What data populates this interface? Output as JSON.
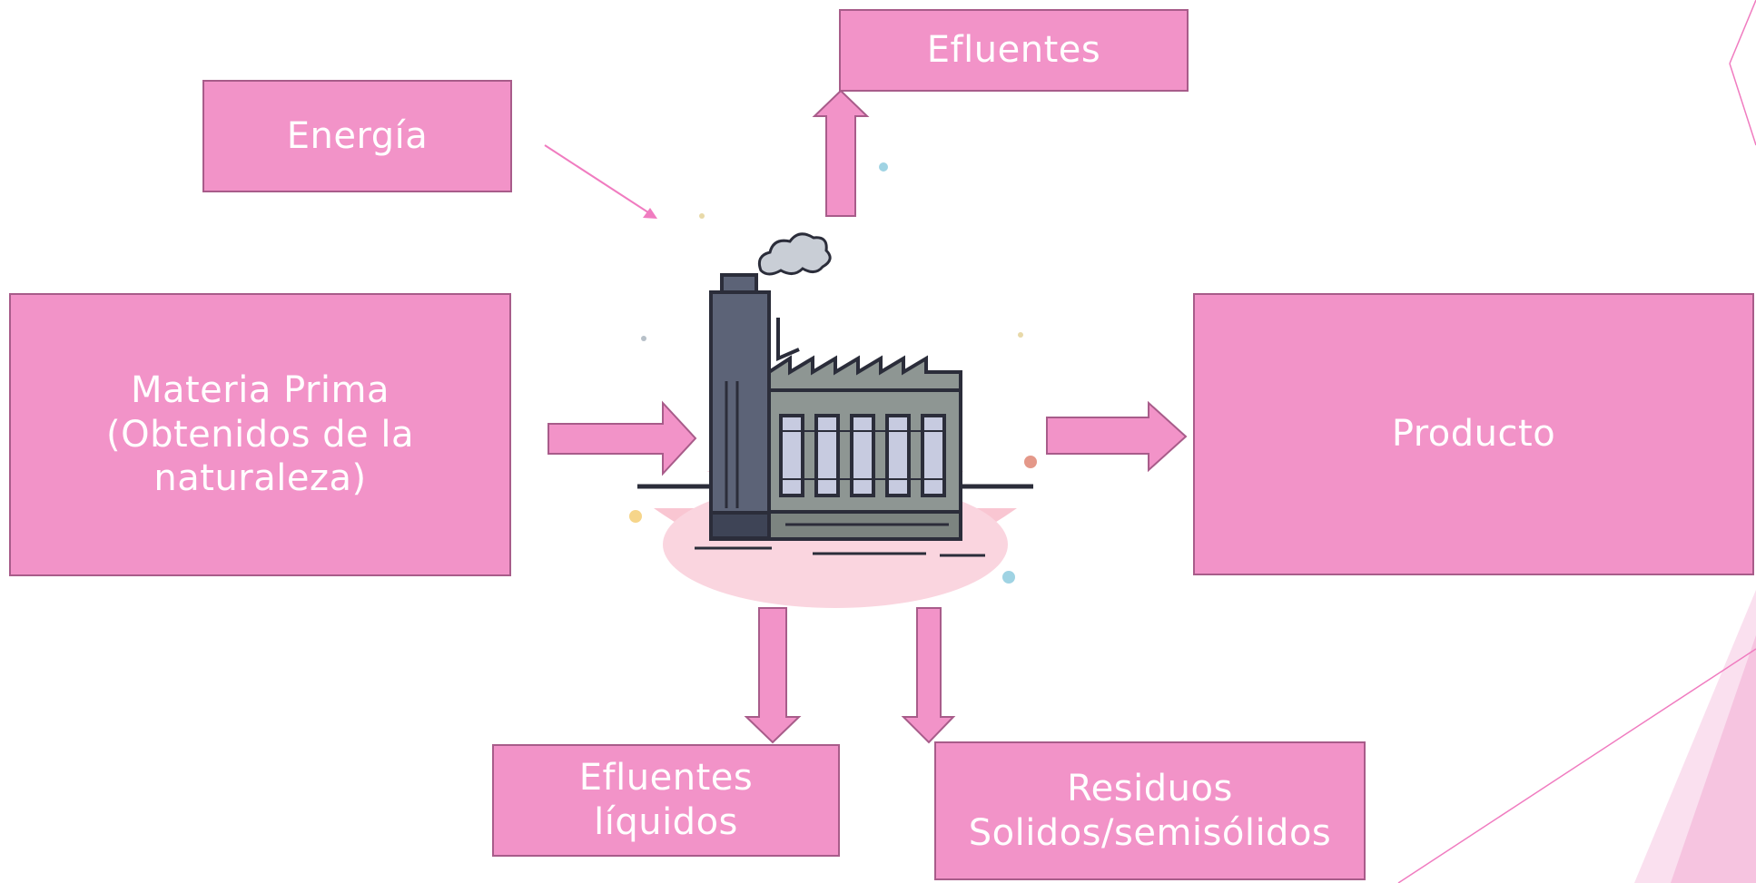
{
  "colors": {
    "box_fill": "#f293c8",
    "box_border": "#a85c8a",
    "text": "#ffffff",
    "accent_line": "#f07cc0",
    "corner_decoration": "#f6c7e2"
  },
  "icons": {
    "factory": "factory-icon"
  },
  "boxes": {
    "energia": {
      "lines": [
        "Energía"
      ]
    },
    "efluentes": {
      "lines": [
        "Efluentes"
      ]
    },
    "materia_prima": {
      "lines": [
        "Materia Prima",
        "(Obtenidos de la",
        "naturaleza)"
      ]
    },
    "producto": {
      "lines": [
        "Producto"
      ]
    },
    "efluentes_liquidos": {
      "lines": [
        "Efluentes",
        "líquidos"
      ]
    },
    "residuos": {
      "lines": [
        "Residuos",
        "Solidos/semisólidos"
      ]
    }
  }
}
